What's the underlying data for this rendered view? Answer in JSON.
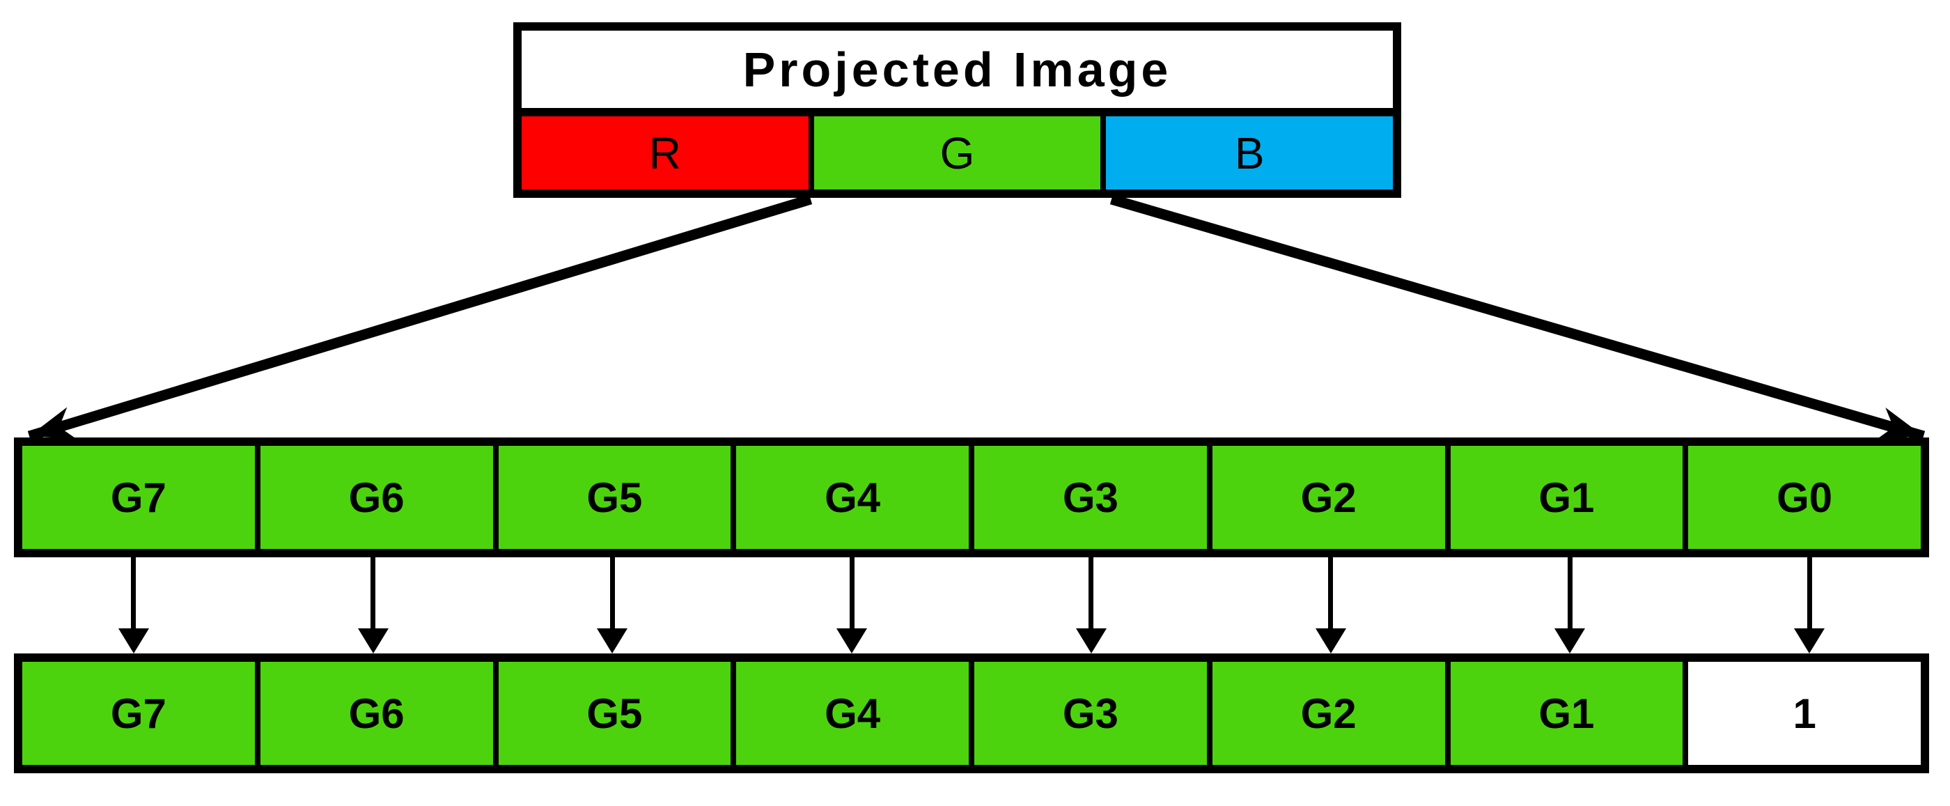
{
  "projected_image": {
    "title": "Projected Image",
    "channels": [
      {
        "label": "R",
        "color": "#FF0000"
      },
      {
        "label": "G",
        "color": "#4CD30D"
      },
      {
        "label": "B",
        "color": "#00AEEF"
      }
    ]
  },
  "expanded_bits_row": {
    "cells": [
      {
        "label": "G7",
        "color": "#4CD30D"
      },
      {
        "label": "G6",
        "color": "#4CD30D"
      },
      {
        "label": "G5",
        "color": "#4CD30D"
      },
      {
        "label": "G4",
        "color": "#4CD30D"
      },
      {
        "label": "G3",
        "color": "#4CD30D"
      },
      {
        "label": "G2",
        "color": "#4CD30D"
      },
      {
        "label": "G1",
        "color": "#4CD30D"
      },
      {
        "label": "G0",
        "color": "#4CD30D"
      }
    ]
  },
  "output_bits_row": {
    "cells": [
      {
        "label": "G7",
        "color": "#4CD30D"
      },
      {
        "label": "G6",
        "color": "#4CD30D"
      },
      {
        "label": "G5",
        "color": "#4CD30D"
      },
      {
        "label": "G4",
        "color": "#4CD30D"
      },
      {
        "label": "G3",
        "color": "#4CD30D"
      },
      {
        "label": "G2",
        "color": "#4CD30D"
      },
      {
        "label": "G1",
        "color": "#4CD30D"
      },
      {
        "label": "1",
        "color": "#FFFFFF"
      }
    ]
  },
  "colors": {
    "red": "#FF0000",
    "green": "#4CD30D",
    "blue": "#00AEEF",
    "border": "#000000",
    "background": "#FFFFFF"
  }
}
